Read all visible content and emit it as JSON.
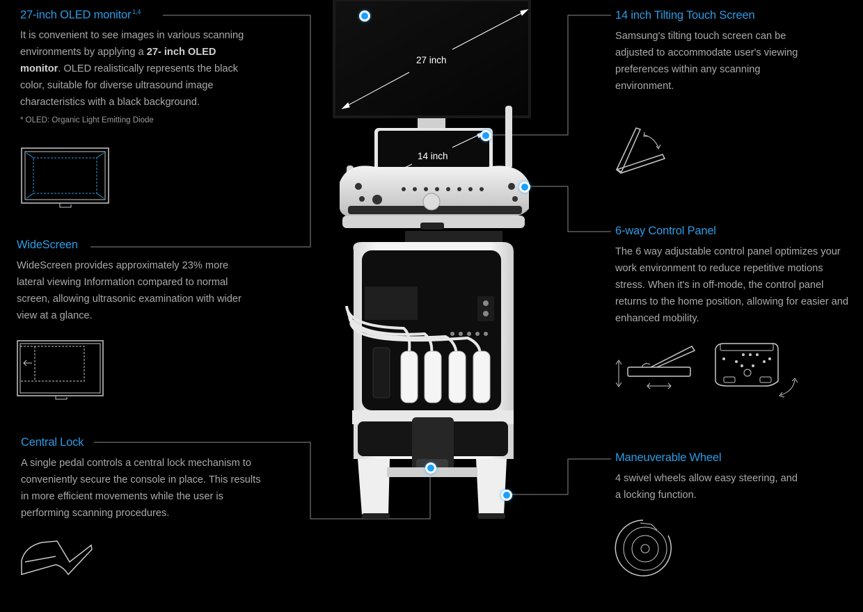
{
  "features": {
    "oled": {
      "title": "27-inch OLED monitor",
      "sup": "1,4",
      "desc_pre": "It is convenient to see images in various scanning environments by applying a ",
      "desc_bold1": "27- inch OLED monitor",
      "desc_post": ". OLED realistically represents the black color, suitable for diverse ultrasound image characteristics with a black background.",
      "note": "* OLED: Organic Light Emitting Diode"
    },
    "widescreen": {
      "title": "WideScreen",
      "desc": "WideScreen provides approximately 23% more lateral viewing Information compared to normal screen, allowing ultrasonic examination with wider view at a glance."
    },
    "central_lock": {
      "title": "Central Lock",
      "desc": "A single pedal controls a central lock mechanism to conveniently secure the console in place. This results in more efficient movements while the user is performing scanning procedures."
    },
    "touch_screen": {
      "title": "14 inch Tilting Touch Screen",
      "desc": "Samsung's tilting touch screen can be adjusted to accommodate user's viewing preferences within any scanning environment."
    },
    "control_panel": {
      "title": "6-way Control Panel",
      "desc": "The 6 way adjustable control panel optimizes your work environment to reduce repetitive motions stress. When it's in off-mode, the control panel returns to the home position, allowing for easier and enhanced mobility."
    },
    "wheel": {
      "title": "Maneuverable Wheel",
      "desc": "4 swivel wheels allow easy steering, and a locking function."
    }
  },
  "dimensions": {
    "monitor": "27 inch",
    "touch": "14 inch"
  },
  "colors": {
    "accent": "#2c9be3",
    "background": "#000000",
    "line": "#8a8a8a"
  },
  "icons": [
    "monitor-frame-icon",
    "widescreen-icon",
    "pedal-icon",
    "tilt-screen-icon",
    "control-panel-tilt-icon",
    "control-panel-top-icon",
    "wheel-icon"
  ]
}
